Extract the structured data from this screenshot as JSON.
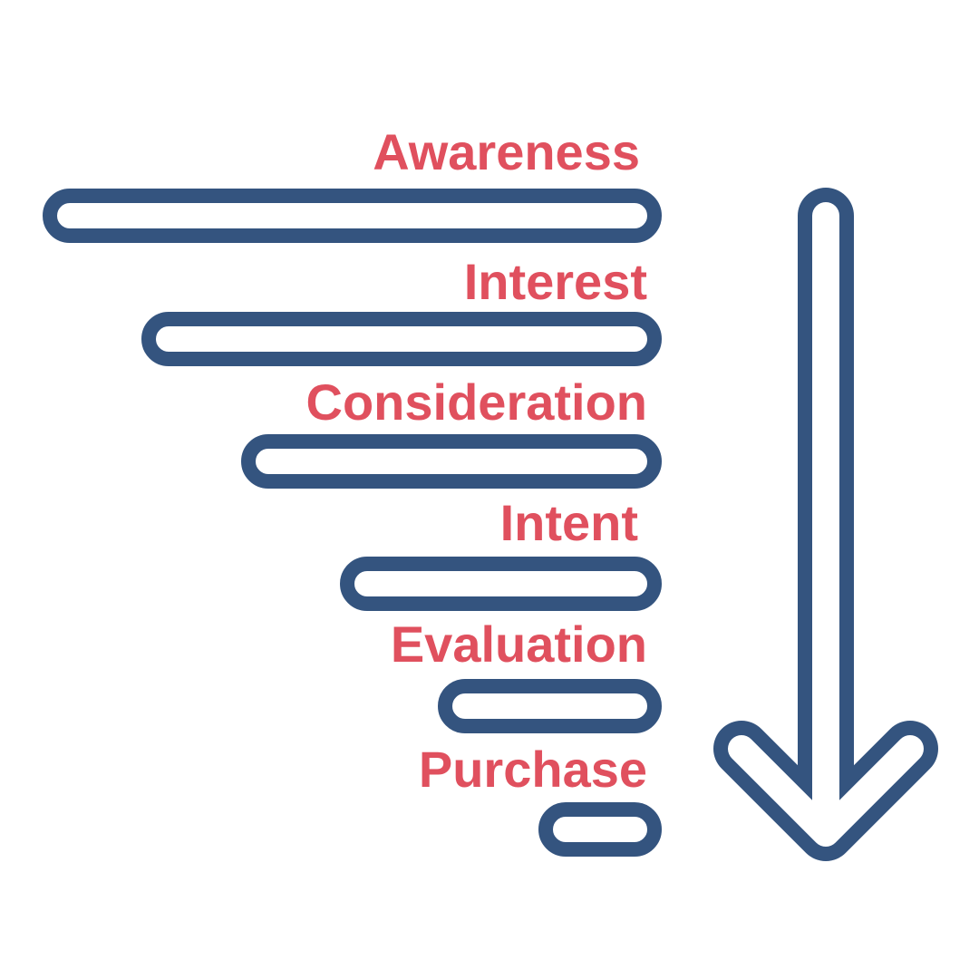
{
  "diagram": {
    "stages": [
      {
        "label": "Awareness"
      },
      {
        "label": "Interest"
      },
      {
        "label": "Consideration"
      },
      {
        "label": "Intent"
      },
      {
        "label": "Evaluation"
      },
      {
        "label": "Purchase"
      }
    ]
  },
  "colors": {
    "label": "#e0505e",
    "outline": "#34547f",
    "background": "#ffffff"
  },
  "icons": {
    "direction": "arrow-down-icon"
  }
}
